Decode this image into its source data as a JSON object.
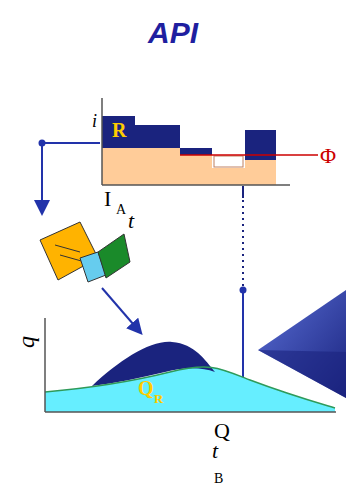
{
  "diagram": {
    "title": "API",
    "labels": [
      "i",
      "R",
      "Φ",
      "I",
      "A",
      "t",
      "q",
      "Q",
      "R",
      "Q",
      "t",
      "B"
    ]
  }
}
